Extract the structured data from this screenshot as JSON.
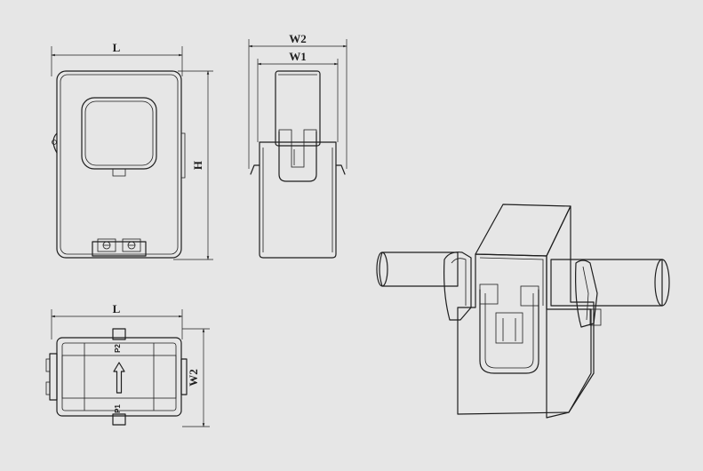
{
  "dimensions": {
    "front_width": "L",
    "front_height": "H",
    "side_outer": "W2",
    "side_inner": "W1",
    "bottom_width": "L",
    "bottom_depth": "W2"
  },
  "terminals": {
    "p1": "P1",
    "p2": "P2"
  },
  "colors": {
    "background": "#e6e6e6",
    "line": "#1e1e1e",
    "body_fill": "#e9e9e9"
  }
}
